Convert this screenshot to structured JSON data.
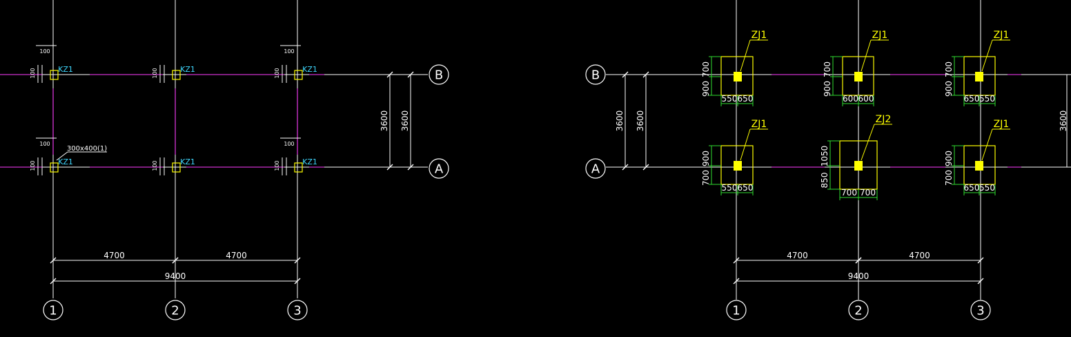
{
  "axes": {
    "columns": [
      "1",
      "2",
      "3"
    ],
    "rows": [
      "A",
      "B"
    ]
  },
  "left_plan": {
    "column_label": "KZ1",
    "beam_note": "300x400(1)",
    "small_dim": "100",
    "bays": [
      "4700",
      "4700"
    ],
    "total": "9400",
    "row_spacing": [
      "3600",
      "3600"
    ]
  },
  "right_plan": {
    "bays": [
      "4700",
      "4700"
    ],
    "total": "9400",
    "row_spacing_left": [
      "3600",
      "3600"
    ],
    "row_spacing_right": "3600",
    "footings": [
      {
        "id": "B1",
        "label": "ZJ1",
        "dim_top": "700",
        "dim_bottom": "900",
        "dim_left": "550",
        "dim_right": "650"
      },
      {
        "id": "B2",
        "label": "ZJ1",
        "dim_top": "700",
        "dim_bottom": "900",
        "dim_left": "600",
        "dim_right": "600"
      },
      {
        "id": "B3",
        "label": "ZJ1",
        "dim_top": "700",
        "dim_bottom": "900",
        "dim_left": "650",
        "dim_right": "550"
      },
      {
        "id": "A1",
        "label": "ZJ1",
        "dim_top": "900",
        "dim_bottom": "700",
        "dim_left": "550",
        "dim_right": "650"
      },
      {
        "id": "A2",
        "label": "ZJ2",
        "dim_top": "1050",
        "dim_bottom": "850",
        "dim_left": "700",
        "dim_right": "700"
      },
      {
        "id": "A3",
        "label": "ZJ1",
        "dim_top": "900",
        "dim_bottom": "700",
        "dim_left": "650",
        "dim_right": "550"
      }
    ]
  },
  "colors": {
    "background": "#000000",
    "axis": "#ffffff",
    "beam": "#ff3dff",
    "column_label": "#3fd8ff",
    "footing": "#ffff00",
    "footing_dim": "#2fdc2f",
    "dimension": "#ffffff"
  }
}
